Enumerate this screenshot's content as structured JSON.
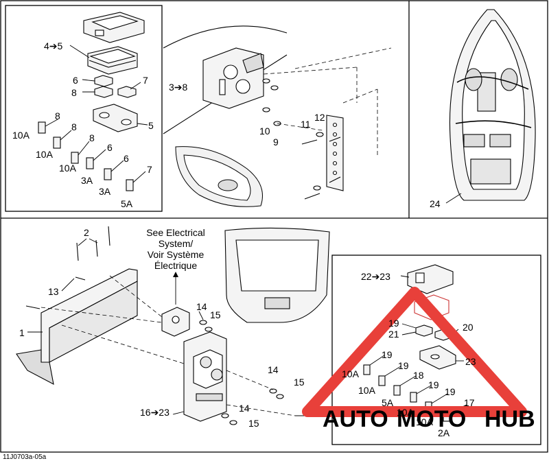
{
  "figure_code": "11J0703a-05a",
  "note_lines": [
    "See Electrical",
    "System/",
    "Voir Système",
    "Électrique"
  ],
  "callouts_top_left": {
    "c_4_5": "4➔5",
    "c_6": "6",
    "c_7a": "7",
    "c_8a": "8",
    "c_8b": "8",
    "c_8c": "8",
    "c_8d": "8",
    "c_5": "5",
    "c_6b": "6",
    "c_6c": "6",
    "c_7b": "7",
    "a10a": "10A",
    "a10b": "10A",
    "a10c": "10A",
    "a3a": "3A",
    "a3b": "3A",
    "a5a": "5A"
  },
  "callouts_top_mid": {
    "c_3_8": "3➔8",
    "c_10": "10",
    "c_9": "9",
    "c_11": "11",
    "c_12": "12"
  },
  "callouts_top_right": {
    "c_24": "24"
  },
  "callouts_bottom": {
    "c_2": "2",
    "c_13": "13",
    "c_1": "1",
    "c_14a": "14",
    "c_15a": "15",
    "c_14b": "14",
    "c_15b": "15",
    "c_14c": "14",
    "c_15c": "15",
    "c_16_23": "16➔23"
  },
  "callouts_inset": {
    "c_22_23": "22➔23",
    "c_19a": "19",
    "c_20": "20",
    "c_21": "21",
    "c_19b": "19",
    "c_23": "23",
    "c_19c": "19",
    "c_18": "18",
    "c_19d": "19",
    "c_19e": "19",
    "c_17": "17",
    "a10a": "10A",
    "a10b": "10A",
    "a5a": "5A",
    "a10c": "10A",
    "a10d": "10A",
    "a2a": "2A"
  },
  "watermark": {
    "auto": "AUTO",
    "moto": "MOTO",
    "hub": "HUB",
    "color_red": "#e8403a",
    "color_gold": "#f5c342"
  }
}
